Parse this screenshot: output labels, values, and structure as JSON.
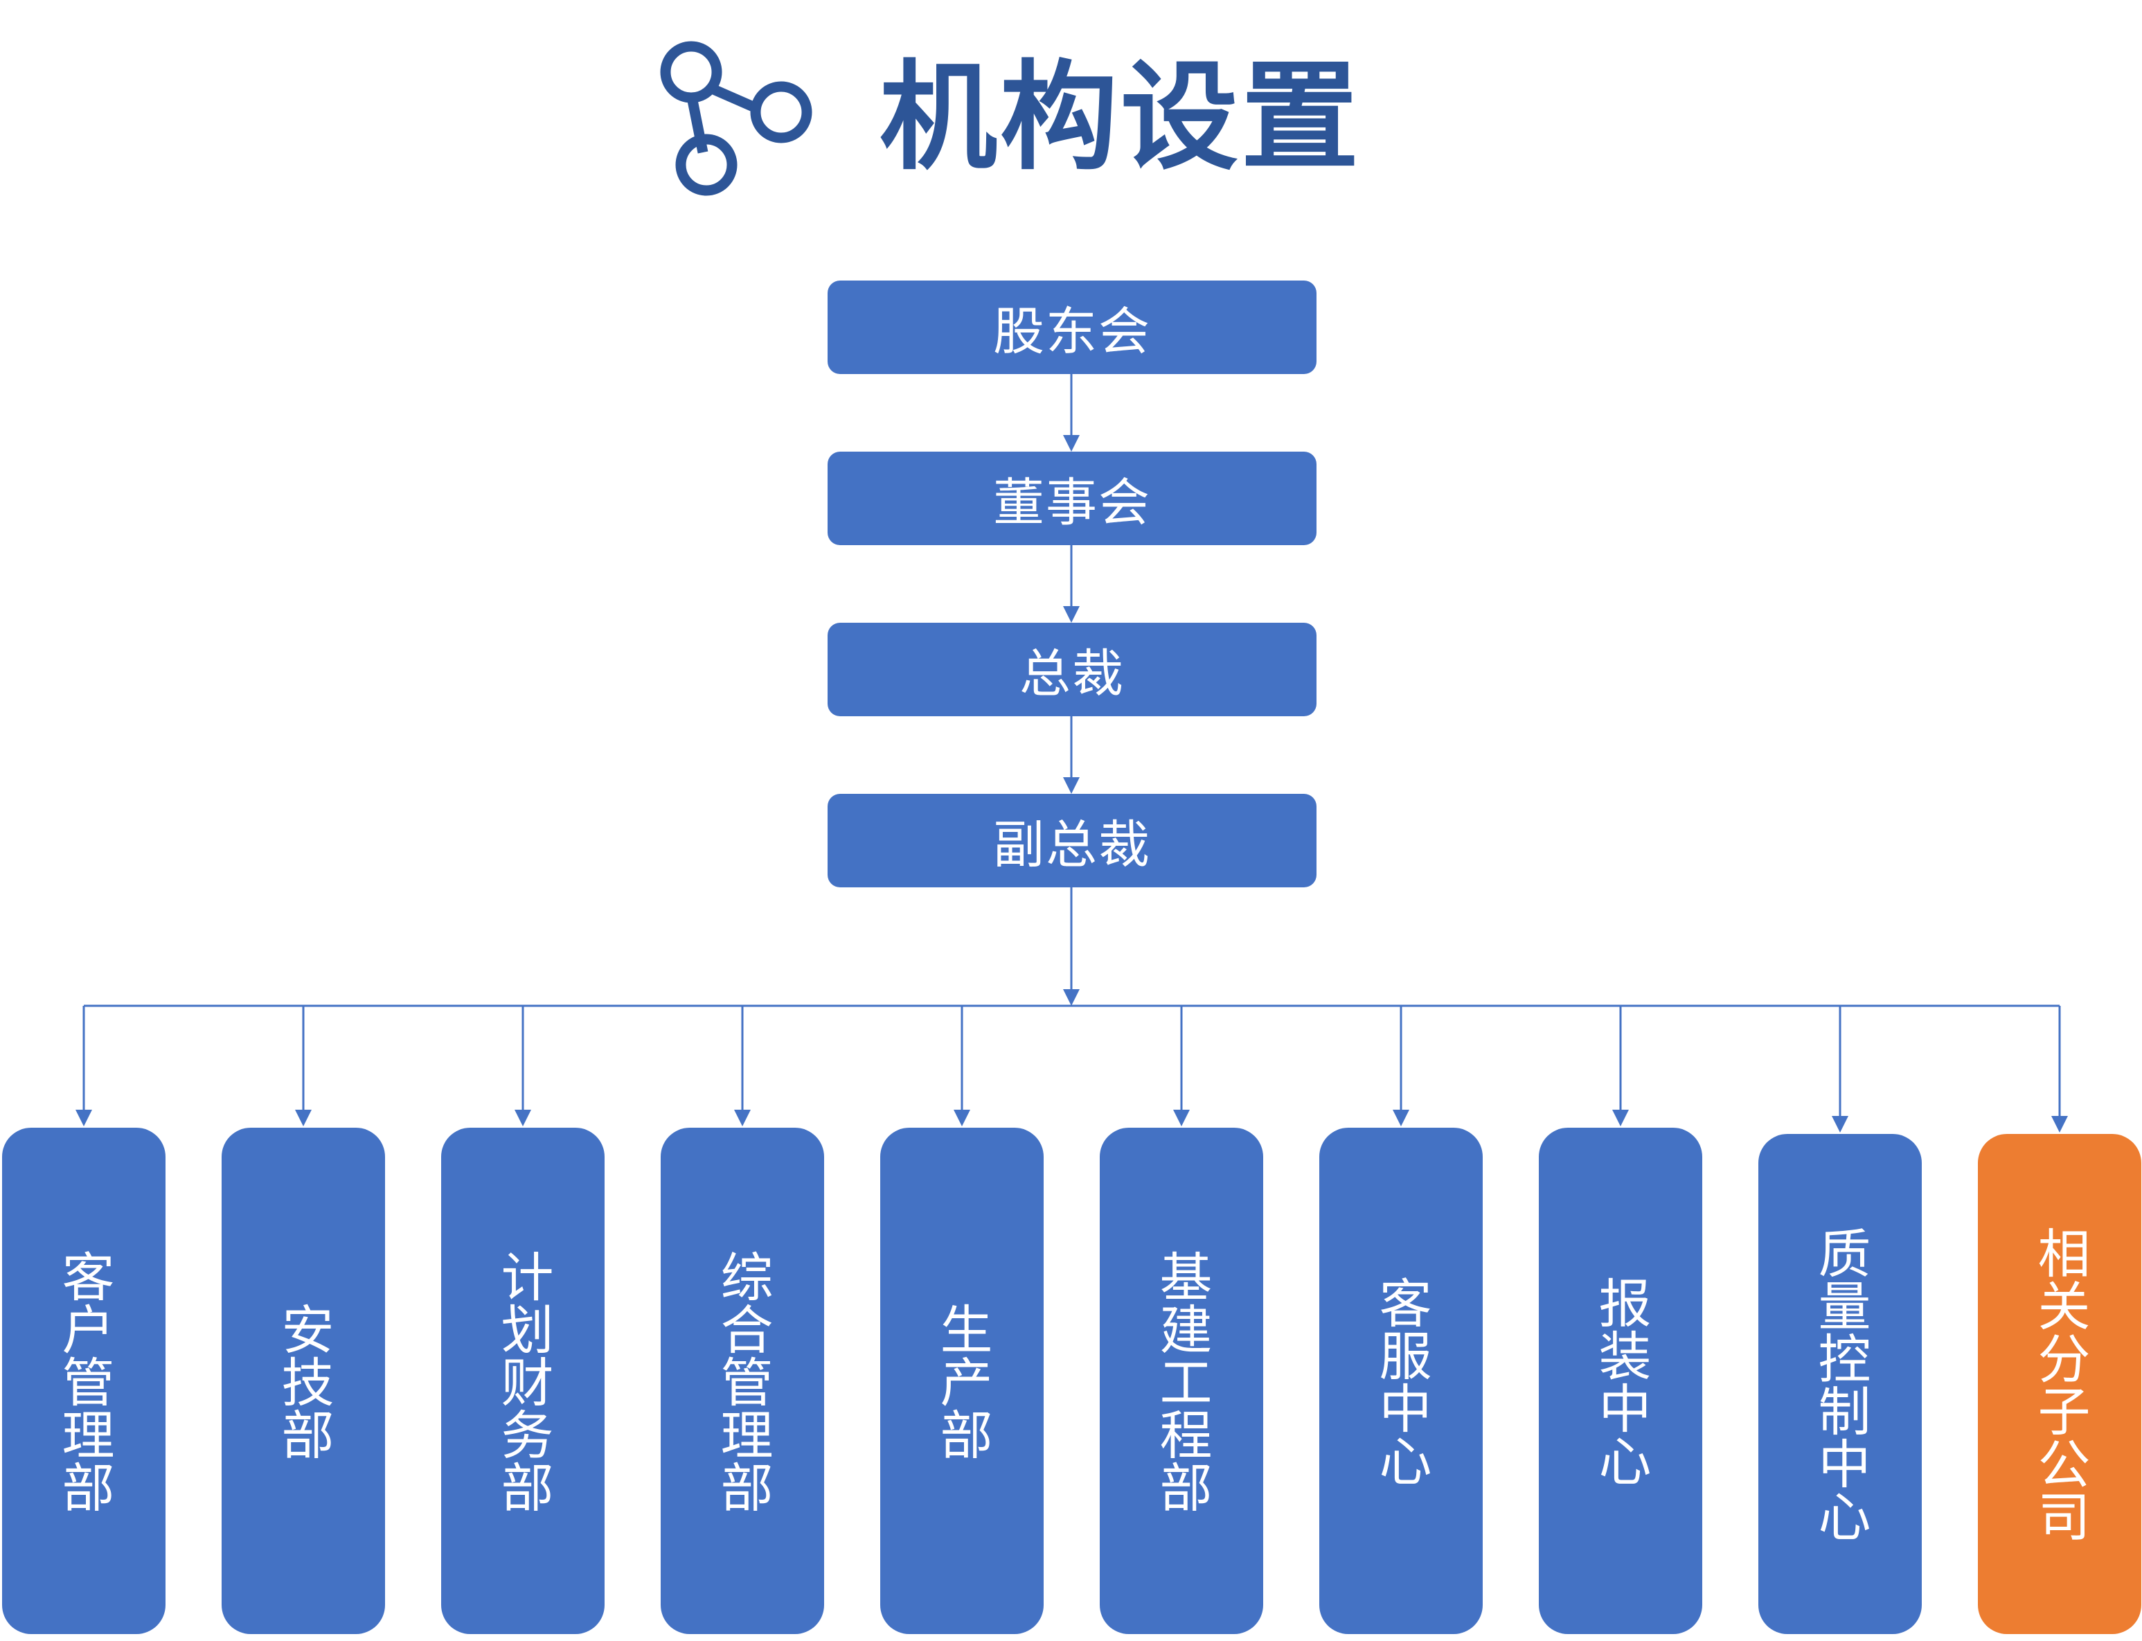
{
  "title": "机构设置",
  "colors": {
    "primary": "#4472c4",
    "accent": "#ed7d31",
    "title": "#2d5597",
    "line": "#4472c4"
  },
  "icon": "share-nodes-icon",
  "chain": [
    {
      "label": "股东会"
    },
    {
      "label": "董事会"
    },
    {
      "label": "总裁"
    },
    {
      "label": "副总裁"
    }
  ],
  "departments": [
    {
      "label": "客户管理部",
      "highlight": false
    },
    {
      "label": "安技部",
      "highlight": false
    },
    {
      "label": "计划财务部",
      "highlight": false
    },
    {
      "label": "综合管理部",
      "highlight": false
    },
    {
      "label": "生产部",
      "highlight": false
    },
    {
      "label": "基建工程部",
      "highlight": false
    },
    {
      "label": "客服中心",
      "highlight": false
    },
    {
      "label": "报装中心",
      "highlight": false
    },
    {
      "label": "质量控制中心",
      "highlight": false
    },
    {
      "label": "相关分子公司",
      "highlight": true
    }
  ]
}
